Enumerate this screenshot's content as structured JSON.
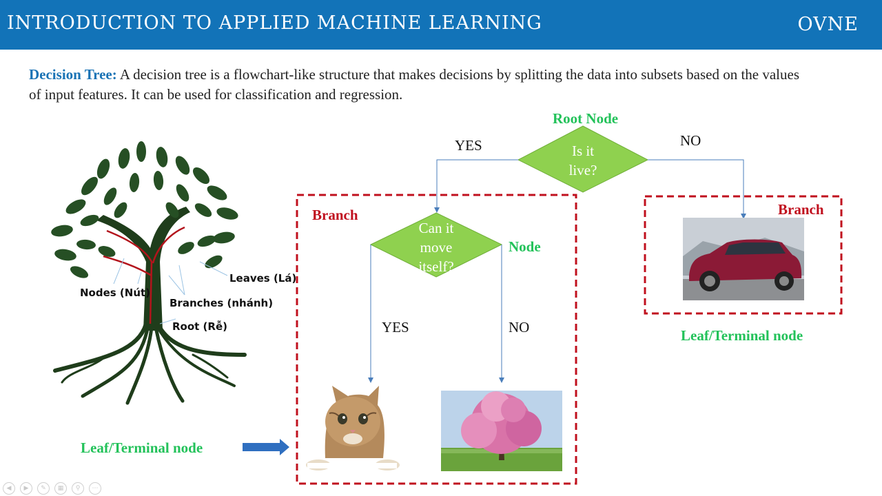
{
  "header": {
    "title": "INTRODUCTION TO APPLIED MACHINE LEARNING",
    "brand": "OVNE"
  },
  "intro": {
    "term": "Decision Tree:",
    "text": " A decision tree is a flowchart-like structure that makes decisions by splitting the data into subsets based on the values of input features. It can be used for classification and regression."
  },
  "tree_illustration": {
    "labels": {
      "nodes": "Nodes (Nút)",
      "leaves": "Leaves (Lá)",
      "branches": "Branches (nhánh)",
      "root": "Root (Rễ)"
    }
  },
  "flowchart": {
    "root_label": "Root Node",
    "root_question_line1": "Is it",
    "root_question_line2": "live?",
    "yes_label": "YES",
    "no_label": "NO",
    "branch_label": "Branch",
    "node_label": "Node",
    "node_question_line1": "Can it",
    "node_question_line2": "move",
    "node_question_line3": "itself?",
    "inner_yes_label": "YES",
    "inner_no_label": "NO",
    "right_branch_label": "Branch",
    "right_leaf_label": "Leaf/Terminal node",
    "left_leaf_label": "Leaf/Terminal node"
  },
  "colors": {
    "header": "#1273b8",
    "diamond": "#8fd14f",
    "branch_border": "#c0101e",
    "green_text": "#23c25a",
    "connector": "#4a7ebb"
  }
}
